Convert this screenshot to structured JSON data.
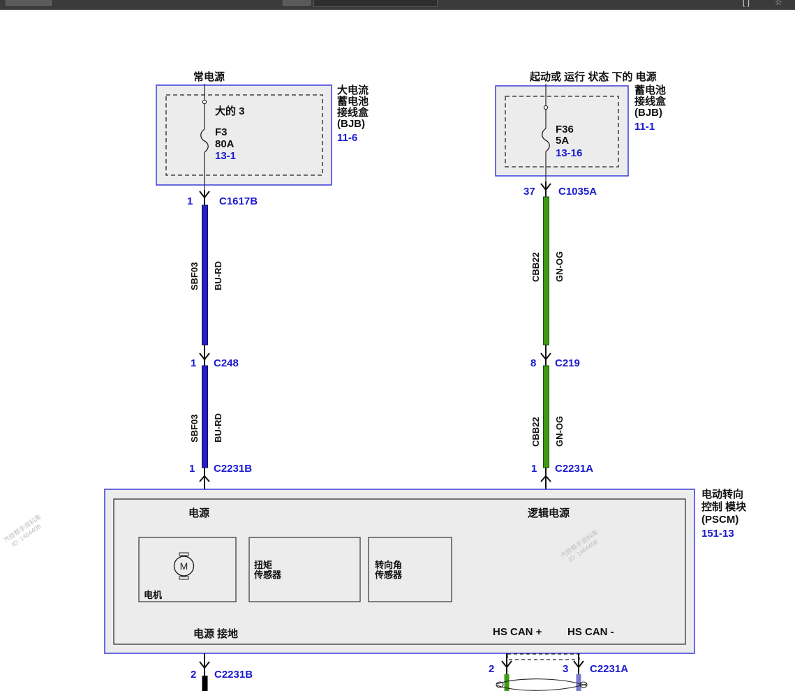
{
  "colors": {
    "box_border": "#3a3ae0",
    "box_fill": "#ececec",
    "ref_blue": "#1a1ad0",
    "wire_bu_rd": "#2a1fc4",
    "wire_gn_og": "#3f9a14",
    "wire_black": "#000000",
    "dash": "#222222"
  },
  "left_supply": {
    "source_label": "常电源",
    "box_name_lines": [
      "大电流",
      "蓄电池",
      "接线盒",
      "(BJB)"
    ],
    "box_ref": "11-6",
    "fuse_group": "大的 3",
    "fuse_id": "F3",
    "fuse_rating": "80A",
    "fuse_ref": "13-1"
  },
  "right_supply": {
    "source_label": "起动或 运行 状态 下的 电源",
    "box_name_lines": [
      "蓄电池",
      "接线盒",
      "(BJB)"
    ],
    "box_ref": "11-1",
    "fuse_id": "F36",
    "fuse_rating": "5A",
    "fuse_ref": "13-16"
  },
  "left_chain": {
    "c1_pin": "1",
    "c1_name": "C1617B",
    "w1_circuit": "SBF03",
    "w1_color": "BU-RD",
    "c2_pin": "1",
    "c2_name": "C248",
    "w2_circuit": "SBF03",
    "w2_color": "BU-RD",
    "c3_pin": "1",
    "c3_name": "C2231B"
  },
  "right_chain": {
    "c1_pin": "37",
    "c1_name": "C1035A",
    "w1_circuit": "CBB22",
    "w1_color": "GN-OG",
    "c2_pin": "8",
    "c2_name": "C219",
    "w2_circuit": "CBB22",
    "w2_color": "GN-OG",
    "c3_pin": "1",
    "c3_name": "C2231A"
  },
  "module": {
    "name_lines": [
      "电动转向",
      "控制 模块",
      "(PSCM)"
    ],
    "ref": "151-13",
    "power_label": "电源",
    "logic_power_label": "逻辑电源",
    "ground_label": "电源 接地",
    "can_high_label": "HS CAN +",
    "can_low_label": "HS CAN -",
    "motor_label": "电机",
    "motor_symbol": "M",
    "torque_sensor_lines": [
      "扭矩",
      "传感器"
    ],
    "angle_sensor_lines": [
      "转向角",
      "传感器"
    ]
  },
  "bottom_connectors": {
    "ground_pin": "2",
    "ground_name": "C2231B",
    "can_high_pin": "2",
    "can_low_pin": "3",
    "can_name": "C2231A"
  },
  "watermark": {
    "line1": "汽修帮手资料库",
    "line2": "ID: 1464408"
  }
}
